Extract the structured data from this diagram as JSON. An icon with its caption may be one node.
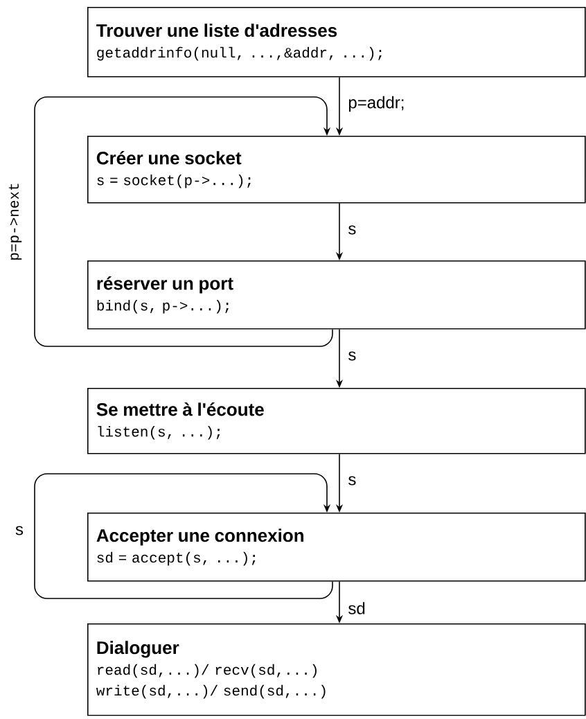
{
  "diagram": {
    "nodes": [
      {
        "text": [
          "Trouver une liste d'adresses",
          "getaddrinfo(null, ...,&addr, ...);"
        ]
      },
      {
        "text": [
          "Créer une socket",
          "s = socket(p->...);"
        ]
      },
      {
        "text": [
          "réserver un port",
          "bind(s, p->...);"
        ]
      },
      {
        "text": [
          "Se mettre à l'écoute",
          "listen(s, ...);"
        ]
      },
      {
        "text": [
          "Accepter une connexion",
          "sd = accept(s, ...);"
        ]
      },
      {
        "text": [
          "Dialoguer",
          "read(sd,...)/ recv(sd,...)",
          "write(sd,...)/ send(sd,...)"
        ]
      }
    ],
    "edges": [
      {
        "from": 0,
        "to": 1,
        "arrow": "to",
        "label": "p=addr;"
      },
      {
        "from": 1,
        "to": 2,
        "arrow": "to",
        "label": "s"
      },
      {
        "from": 2,
        "to": 1,
        "arrow": "to",
        "label": "p=p->next"
      },
      {
        "from": 2,
        "to": 3,
        "arrow": "to",
        "label": "s"
      },
      {
        "from": 3,
        "to": 4,
        "arrow": "to",
        "label": "s"
      },
      {
        "from": 4,
        "to": 4,
        "arrow": "to",
        "label": "s"
      },
      {
        "from": 4,
        "to": 5,
        "arrow": "to",
        "label": "sd"
      }
    ]
  }
}
